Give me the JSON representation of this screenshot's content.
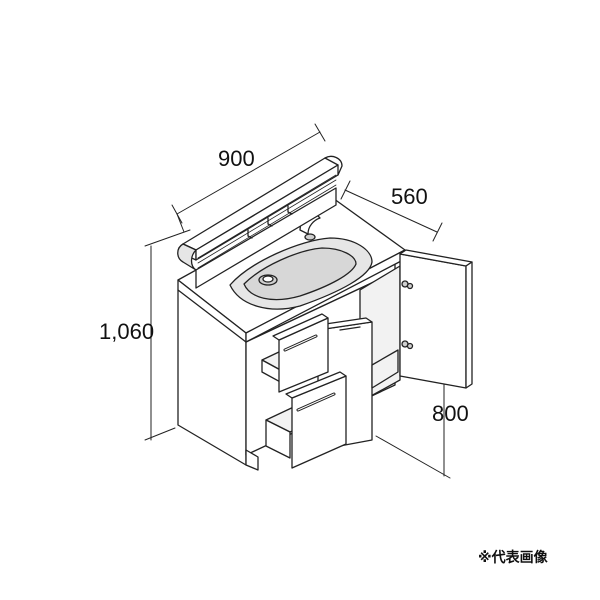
{
  "dimensions": {
    "width": "900",
    "depth": "560",
    "height_total": "1,060",
    "height_counter": "800"
  },
  "note": "※代表画像",
  "colors": {
    "line": "#222222",
    "fill": "#ffffff",
    "shade": "#e6e6e6",
    "basin": "#cfcfcf"
  }
}
